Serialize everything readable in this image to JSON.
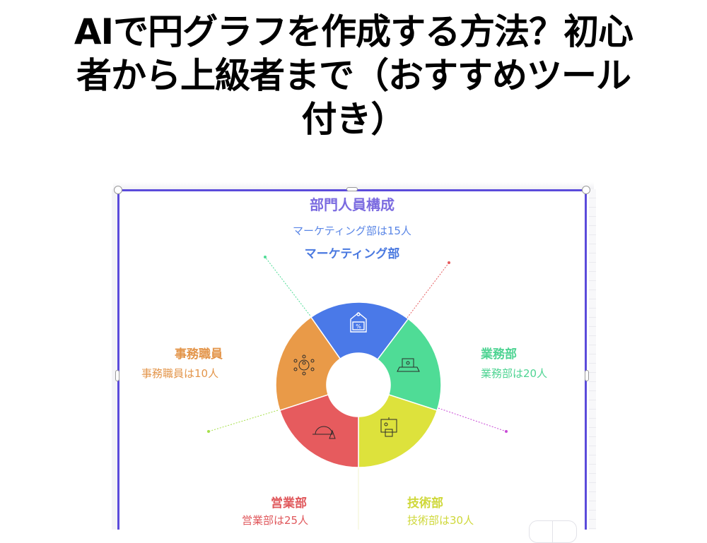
{
  "headline": {
    "lines": [
      "AIで円グラフを作成する方法？初心",
      "者から上級者まで（おすすめツール",
      "付き）"
    ]
  },
  "chart": {
    "title": "部門人員構成",
    "title_color": "#7b6be0",
    "selection_border_color": "#5b4bdb",
    "segments": [
      {
        "name": "マーケティング部",
        "caption": "マーケティング部は15人",
        "value": 15,
        "color": "#4a79e8",
        "icon": "price-tag-icon"
      },
      {
        "name": "業務部",
        "caption": "業務部は20人",
        "value": 20,
        "color": "#4fdc96",
        "icon": "computer-desk-icon"
      },
      {
        "name": "技術部",
        "caption": "技術部は30人",
        "value": 30,
        "color": "#dde23c",
        "icon": "presentation-board-icon"
      },
      {
        "name": "営業部",
        "caption": "営業部は25人",
        "value": 25,
        "color": "#e65b5e",
        "icon": "hard-hat-icon"
      },
      {
        "name": "事務職員",
        "caption": "事務職員は10人",
        "value": 10,
        "color": "#e99a48",
        "icon": "network-people-icon"
      }
    ],
    "label_colors": {
      "マーケティング部": "#4a79e0",
      "業務部": "#4fd493",
      "技術部": "#cfd83a",
      "営業部": "#e0585c",
      "事務職員": "#e3954a"
    }
  },
  "chart_data": {
    "type": "pie",
    "title": "部門人員構成",
    "categories": [
      "マーケティング部",
      "業務部",
      "技術部",
      "営業部",
      "事務職員"
    ],
    "values": [
      15,
      20,
      30,
      25,
      10
    ],
    "unit": "人",
    "donut": true,
    "colors": [
      "#4a79e8",
      "#4fdc96",
      "#dde23c",
      "#e65b5e",
      "#e99a48"
    ],
    "annotations": [
      "マーケティング部は15人",
      "業務部は20人",
      "技術部は30人",
      "営業部は25人",
      "事務職員は10人"
    ],
    "legend_position": "labels around chart"
  }
}
